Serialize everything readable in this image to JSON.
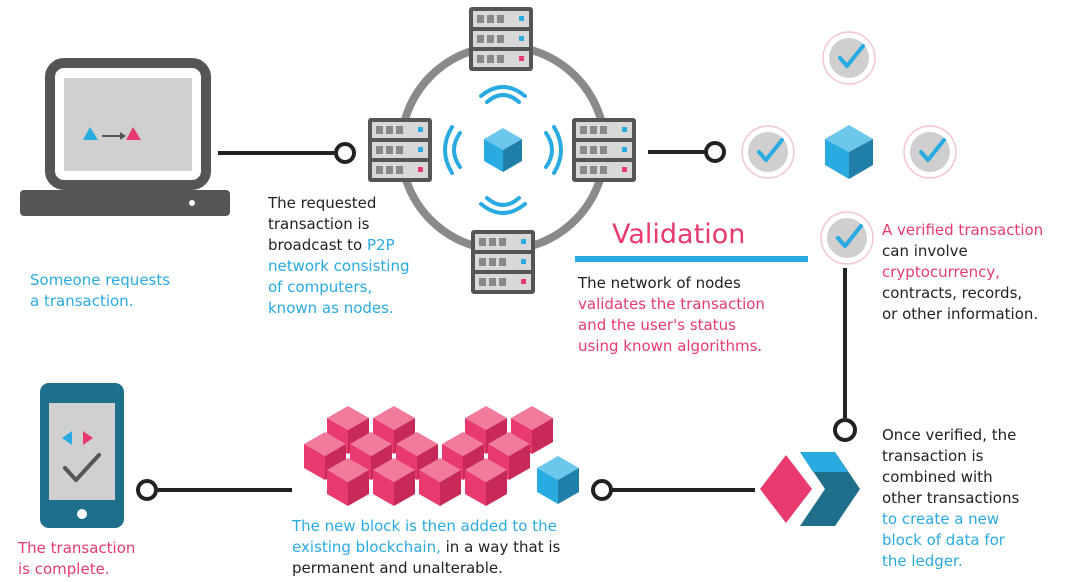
{
  "validation_title": "Validation",
  "steps": {
    "request": {
      "lines": [
        "Someone requests",
        "a transaction."
      ]
    },
    "broadcast": {
      "dark_lines": [
        "The requested",
        "transaction is"
      ],
      "mixed_dark": "broadcast to ",
      "mixed_blue": "P2P",
      "blue_lines": [
        "network consisting",
        "of computers,",
        "known as nodes."
      ]
    },
    "validation": {
      "dark_line": "The network of nodes",
      "pink_lines": [
        "validates the transaction",
        "and the user's status",
        "using known algorithms."
      ]
    },
    "verified": {
      "pink_line": "A verified transaction",
      "dark_line": "can involve",
      "pink_line2": "cryptocurrency,",
      "dark_lines": [
        "contracts, records,",
        "or other information."
      ]
    },
    "combine": {
      "dark_lines": [
        "Once verified, the",
        "transaction is",
        "combined with",
        "other transactions"
      ],
      "blue_lines": [
        "to create a new",
        "block of data for",
        "the ledger."
      ]
    },
    "added": {
      "blue_line": "The new block is then added to the",
      "mixed_blue": "existing blockchain,",
      "mixed_dark": " in a way that is",
      "dark_line": "permanent and unalterable."
    },
    "complete": {
      "lines": [
        "The transaction",
        "is complete."
      ]
    }
  },
  "colors": {
    "pink": "#e83a6e",
    "blue": "#29abe2",
    "dark_gray": "#555555",
    "light_gray": "#d0d0d0",
    "teal": "#1f8fb3"
  },
  "icons": [
    "laptop-icon",
    "server-icon",
    "blockchain-cube-icon",
    "wifi-signal-icon",
    "check-badge-icon",
    "chevron-block-icon",
    "smartphone-icon",
    "pink-cube-cluster-icon"
  ]
}
